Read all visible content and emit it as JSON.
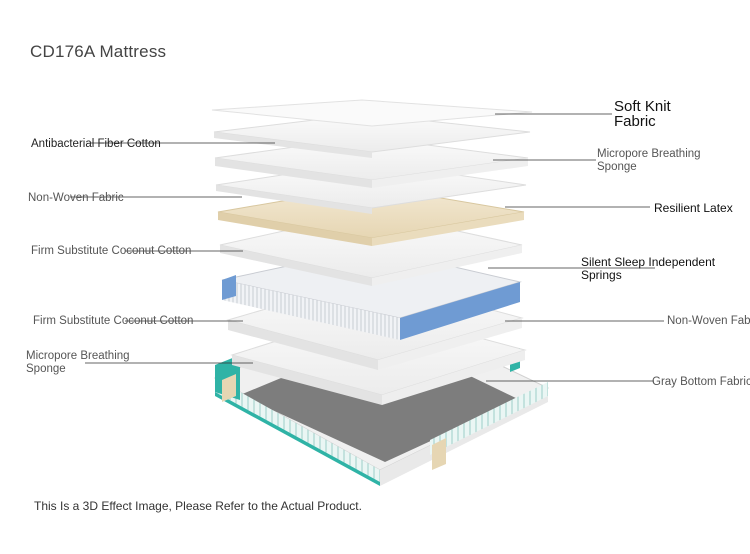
{
  "title": "CD176A Mattress",
  "labels_left": [
    {
      "id": "antibacterial",
      "text": "Antibacterial Fiber Cotton"
    },
    {
      "id": "nonwoven-left",
      "text": "Non-Woven Fabric"
    },
    {
      "id": "coconut-1",
      "text": "Firm Substitute Coconut Cotton"
    },
    {
      "id": "coconut-2",
      "text": "Firm Substitute Coconut Cotton"
    },
    {
      "id": "micropore-left-1",
      "text": "Micropore Breathing"
    },
    {
      "id": "micropore-left-2",
      "text": "Sponge"
    }
  ],
  "labels_right": [
    {
      "id": "softknit-1",
      "text": "Soft Knit"
    },
    {
      "id": "softknit-2",
      "text": "Fabric"
    },
    {
      "id": "micropore-right-1",
      "text": "Micropore Breathing"
    },
    {
      "id": "micropore-right-2",
      "text": "Sponge"
    },
    {
      "id": "latex",
      "text": "Resilient Latex"
    },
    {
      "id": "springs-1",
      "text": "Silent Sleep Independent"
    },
    {
      "id": "springs-2",
      "text": "Springs"
    },
    {
      "id": "nonwoven-right",
      "text": "Non-Woven Fabric"
    },
    {
      "id": "gray-bottom",
      "text": "Gray Bottom Fabric"
    }
  ],
  "footnote": "This Is a 3D Effect Image, Please Refer to the Actual Product.",
  "colors": {
    "layer_white": "#f4f4f4",
    "latex": "#efe4cc",
    "springs_blue": "#6f9bd3",
    "teal_band": "#2fb3a6",
    "gray_bottom": "#8a8a8a",
    "line": "#333333"
  }
}
